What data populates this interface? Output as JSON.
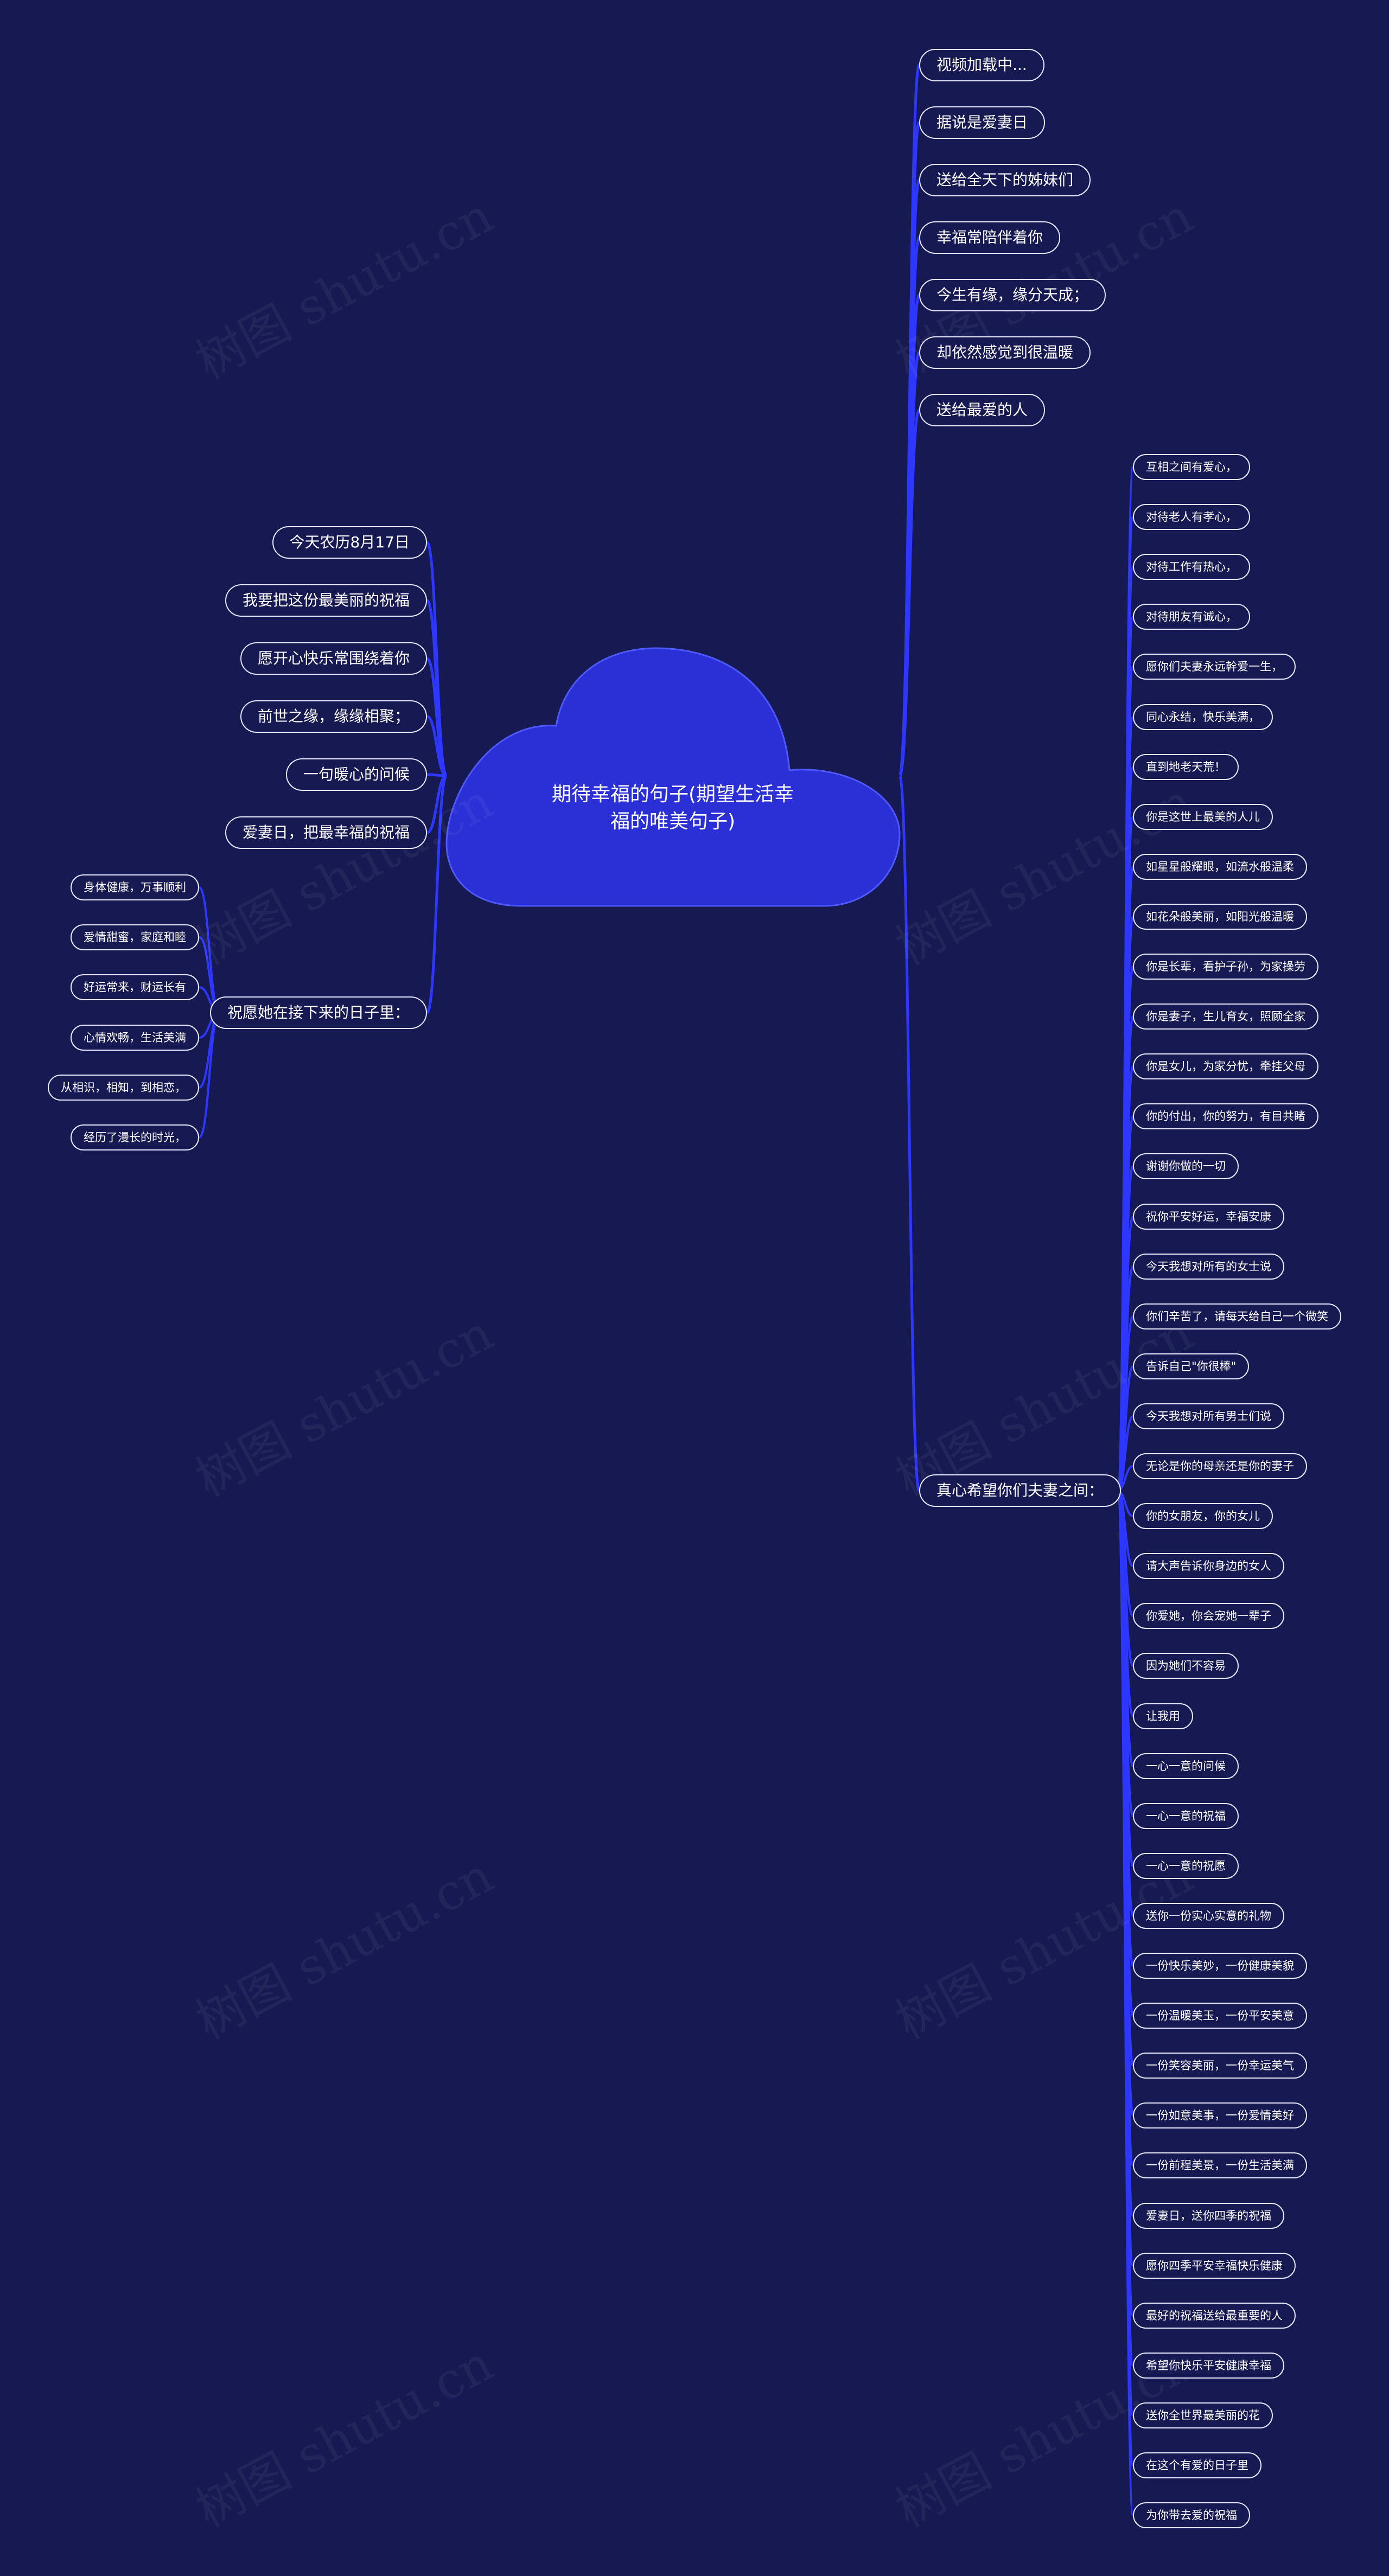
{
  "colors": {
    "background": "#171a52",
    "cloud": "#2a2fd6",
    "link": "#2e37ff",
    "node_border": "#e6e8ff"
  },
  "watermark": "树图 shutu.cn",
  "center": {
    "title": "期待幸福的句子(期望生活幸福的唯美句子)"
  },
  "right_top": [
    "视频加载中...",
    "据说是爱妻日",
    "送给全天下的姊妹们",
    "幸福常陪伴着你",
    "今生有缘，缘分天成；",
    "却依然感觉到很温暖",
    "送给最爱的人"
  ],
  "right_branch": {
    "label": "真心希望你们夫妻之间：",
    "children": [
      "互相之间有爱心，",
      "对待老人有孝心，",
      "对待工作有热心，",
      "对待朋友有诚心，",
      "愿你们夫妻永远幹爱一生，",
      "同心永结，快乐美满，",
      "直到地老天荒！",
      "你是这世上最美的人儿",
      "如星星般耀眼，如流水般温柔",
      "如花朵般美丽，如阳光般温暖",
      "你是长辈，看护子孙，为家操劳",
      "你是妻子，生儿育女，照顾全家",
      "你是女儿，为家分忧，牵挂父母",
      "你的付出，你的努力，有目共睹",
      "谢谢你做的一切",
      "祝你平安好运，幸福安康",
      "今天我想对所有的女士说",
      "你们辛苦了，请每天给自己一个微笑",
      "告诉自己\"你很棒\"",
      "今天我想对所有男士们说",
      "无论是你的母亲还是你的妻子",
      "你的女朋友，你的女儿",
      "请大声告诉你身边的女人",
      "你爱她，你会宠她一辈子",
      "因为她们不容易",
      "让我用",
      "一心一意的问候",
      "一心一意的祝福",
      "一心一意的祝愿",
      "送你一份实心实意的礼物",
      "一份快乐美妙，一份健康美貌",
      "一份温暖美玉，一份平安美意",
      "一份笑容美丽，一份幸运美气",
      "一份如意美事，一份爱情美好",
      "一份前程美景，一份生活美满",
      "爱妻日，送你四季的祝福",
      "愿你四季平安幸福快乐健康",
      "最好的祝福送给最重要的人",
      "希望你快乐平安健康幸福",
      "送你全世界最美丽的花",
      "在这个有爱的日子里",
      "为你带去爱的祝福"
    ]
  },
  "left_top": [
    "今天农历8月17日",
    "我要把这份最美丽的祝福",
    "愿开心快乐常围绕着你",
    "前世之缘，缘缘相聚；",
    "一句暖心的问候",
    "爱妻日，把最幸福的祝福"
  ],
  "left_branch": {
    "label": "祝愿她在接下来的日子里：",
    "children": [
      "身体健康，万事顺利",
      "爱情甜蜜，家庭和睦",
      "好运常来，财运长有",
      "心情欢畅，生活美满",
      "从相识，相知，到相恋，",
      "经历了漫长的时光，"
    ]
  }
}
